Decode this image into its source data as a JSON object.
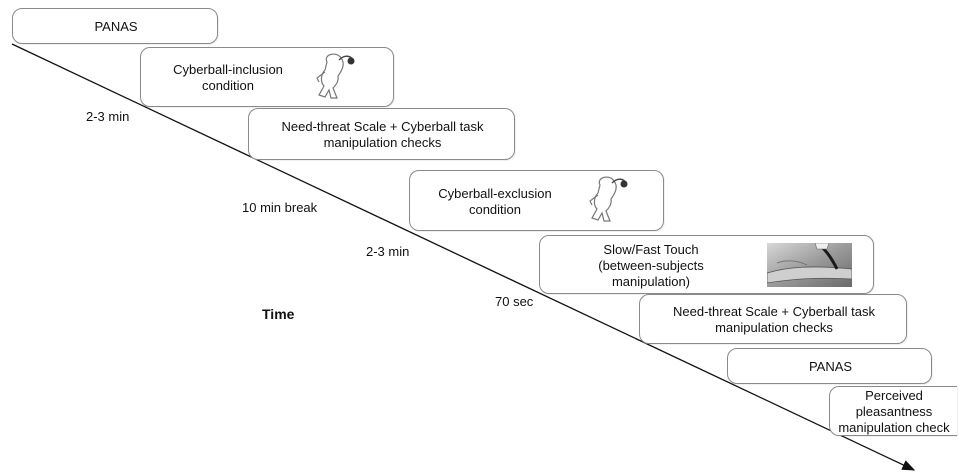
{
  "steps": [
    {
      "lines": [
        "PANAS"
      ]
    },
    {
      "lines": [
        "Cyberball-inclusion",
        "condition"
      ],
      "icon": "cyberball-figure-icon"
    },
    {
      "lines": [
        "Need-threat Scale + Cyberball task",
        "manipulation checks"
      ]
    },
    {
      "lines": [
        "Cyberball-exclusion",
        "condition"
      ],
      "icon": "cyberball-figure-icon"
    },
    {
      "lines": [
        "Slow/Fast Touch",
        "(between-subjects",
        "manipulation)"
      ],
      "icon": "arm-stroke-photo-icon"
    },
    {
      "lines": [
        "Need-threat Scale + Cyberball task",
        "manipulation checks"
      ]
    },
    {
      "lines": [
        "PANAS"
      ]
    },
    {
      "lines": [
        "Perceived",
        "pleasantness",
        "manipulation check"
      ]
    }
  ],
  "durations": [
    "2-3 min",
    "10 min break",
    "2-3 min",
    "70 sec"
  ],
  "axis_label": "Time"
}
